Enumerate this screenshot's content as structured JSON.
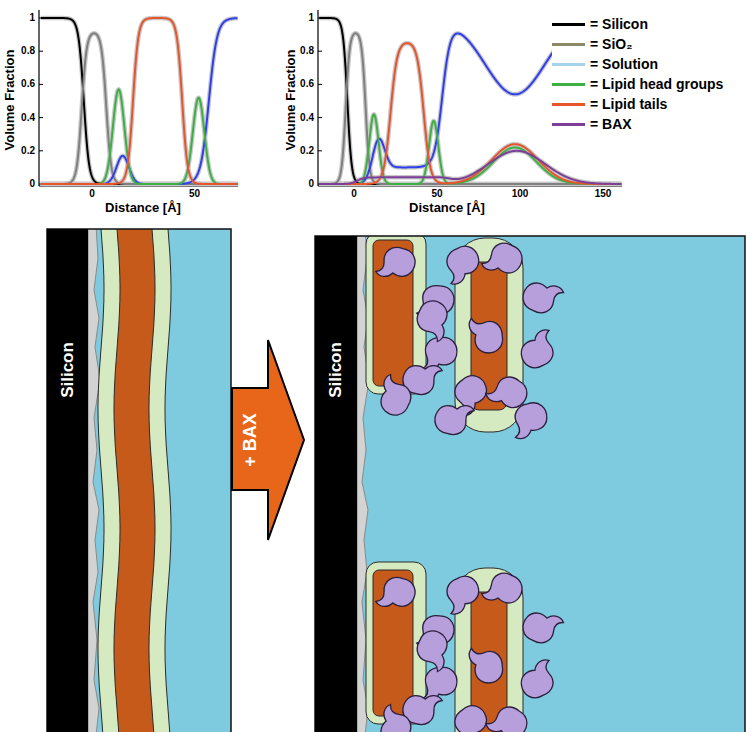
{
  "diagram": {
    "nodes": [
      {
        "text": [
          "Silicon"
        ]
      },
      {
        "text": [
          "+ BAX"
        ]
      },
      {
        "text": [
          "Silicon"
        ]
      }
    ],
    "labels": [
      "Volume Fraction",
      "1",
      "0.8",
      "0.6",
      "0.4",
      "0.2",
      "0",
      "0",
      "50",
      "Distance [Å]",
      "Volume Fraction",
      "1",
      "0.8",
      "0.6",
      "0.4",
      "0.2",
      "0",
      "0",
      "50",
      "100",
      "150",
      "Distance [Å]"
    ],
    "legend": [
      {
        "text": "= Silicon",
        "color": "#000000"
      },
      {
        "text": "= SiO₂",
        "color": "#8c8a64"
      },
      {
        "text": "= Solution",
        "color": "#a6d3ec"
      },
      {
        "text": "= Lipid head groups",
        "color": "#3cb043"
      },
      {
        "text": "= Lipid tails",
        "color": "#e8542c"
      },
      {
        "text": "= BAX",
        "color": "#7b3f98"
      }
    ]
  }
}
